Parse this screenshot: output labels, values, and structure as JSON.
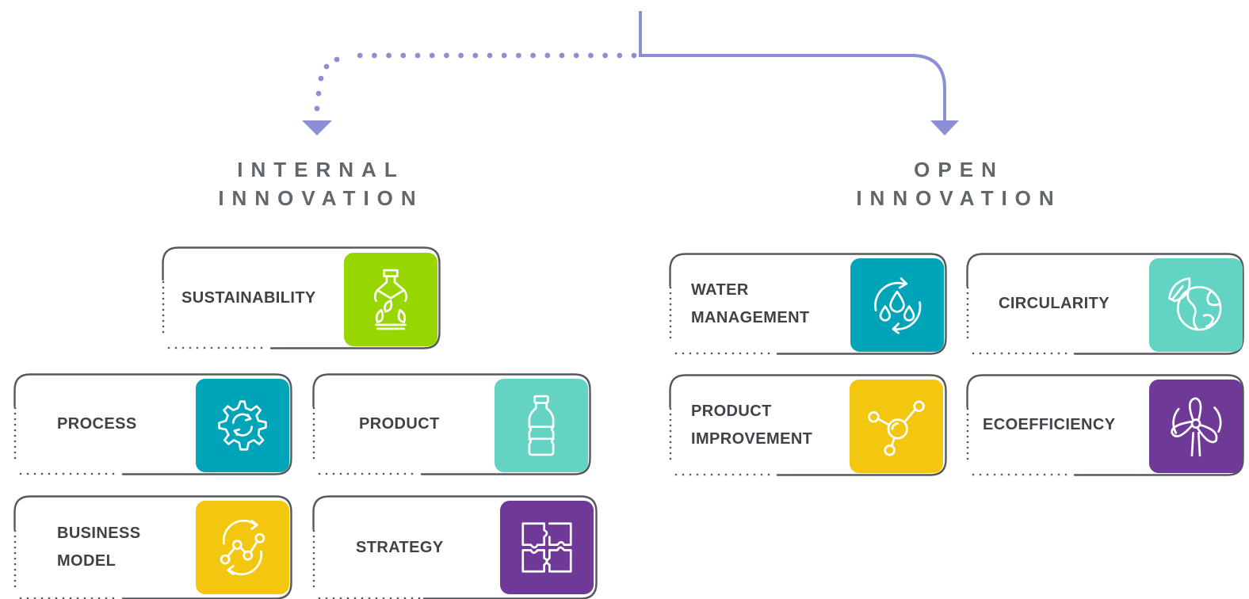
{
  "colors": {
    "connector": "#8c8fd6",
    "heading": "#62676b",
    "border": "#55585c",
    "label": "#3f4247",
    "green": "#98d600",
    "teal": "#00a4b9",
    "mint": "#63d4c3",
    "yellow": "#f3c710",
    "purple": "#6f3a97"
  },
  "internal": {
    "title_line1": "INTERNAL",
    "title_line2": "INNOVATION",
    "cards": [
      {
        "lines": [
          "SUSTAINABILITY"
        ],
        "icon": "bottle-leaves-icon",
        "color": "green"
      },
      {
        "lines": [
          "PROCESS"
        ],
        "icon": "gear-cycle-icon",
        "color": "teal"
      },
      {
        "lines": [
          "PRODUCT"
        ],
        "icon": "bottle-icon",
        "color": "mint"
      },
      {
        "lines": [
          "BUSINESS",
          "MODEL"
        ],
        "icon": "growth-chart-icon",
        "color": "yellow"
      },
      {
        "lines": [
          "STRATEGY"
        ],
        "icon": "puzzle-icon",
        "color": "purple"
      }
    ]
  },
  "open": {
    "title_line1": "OPEN",
    "title_line2": "INNOVATION",
    "cards": [
      {
        "lines": [
          "WATER",
          "MANAGEMENT"
        ],
        "icon": "water-cycle-icon",
        "color": "teal"
      },
      {
        "lines": [
          "CIRCULARITY"
        ],
        "icon": "globe-leaf-icon",
        "color": "mint"
      },
      {
        "lines": [
          "PRODUCT",
          "IMPROVEMENT"
        ],
        "icon": "molecule-icon",
        "color": "yellow"
      },
      {
        "lines": [
          "ECOEFFICIENCY"
        ],
        "icon": "wind-turbine-icon",
        "color": "purple"
      }
    ]
  }
}
